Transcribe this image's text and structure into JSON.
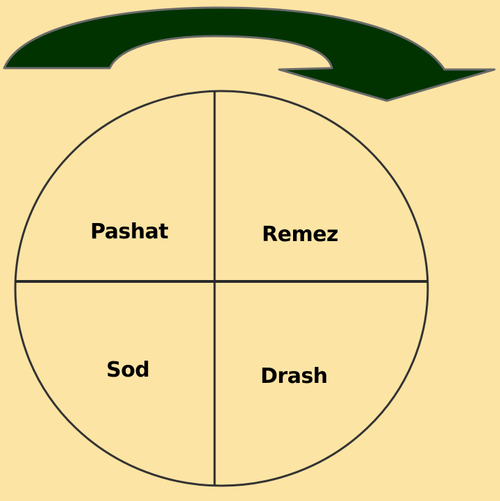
{
  "diagram": {
    "title": "",
    "arrow": {
      "icon": "curved-arrow-right",
      "fill": "#003300",
      "stroke": "#555555"
    },
    "circle": {
      "stroke": "#333333",
      "background": "#fce4a4"
    },
    "quadrants": [
      {
        "id": "top-left",
        "label": "Pashat"
      },
      {
        "id": "top-right",
        "label": "Remez"
      },
      {
        "id": "bottom-left",
        "label": "Sod"
      },
      {
        "id": "bottom-right",
        "label": "Drash"
      }
    ]
  }
}
